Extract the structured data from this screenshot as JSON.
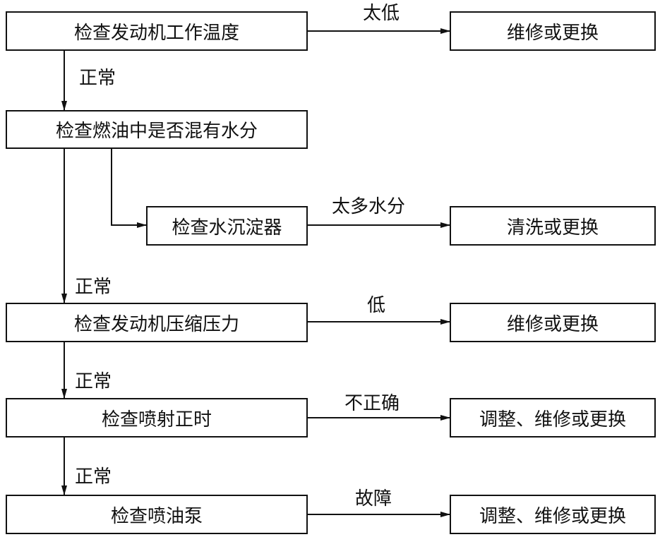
{
  "steps": {
    "s1": "检查发动机工作温度",
    "s2": "检查燃油中是否混有水分",
    "s2b": "检查水沉淀器",
    "s3": "检查发动机压缩压力",
    "s4": "检查喷射正时",
    "s5": "检查喷油泵"
  },
  "actions": {
    "a1": "维修或更换",
    "a2": "清洗或更换",
    "a3": "维修或更换",
    "a4": "调整、维修或更换",
    "a5": "调整、维修或更换"
  },
  "labels": {
    "too_low": "太低",
    "normal_1": "正常",
    "too_much_water": "太多水分",
    "normal_2": "正常",
    "low": "低",
    "normal_3": "正常",
    "incorrect": "不正确",
    "normal_4": "正常",
    "fault": "故障"
  }
}
